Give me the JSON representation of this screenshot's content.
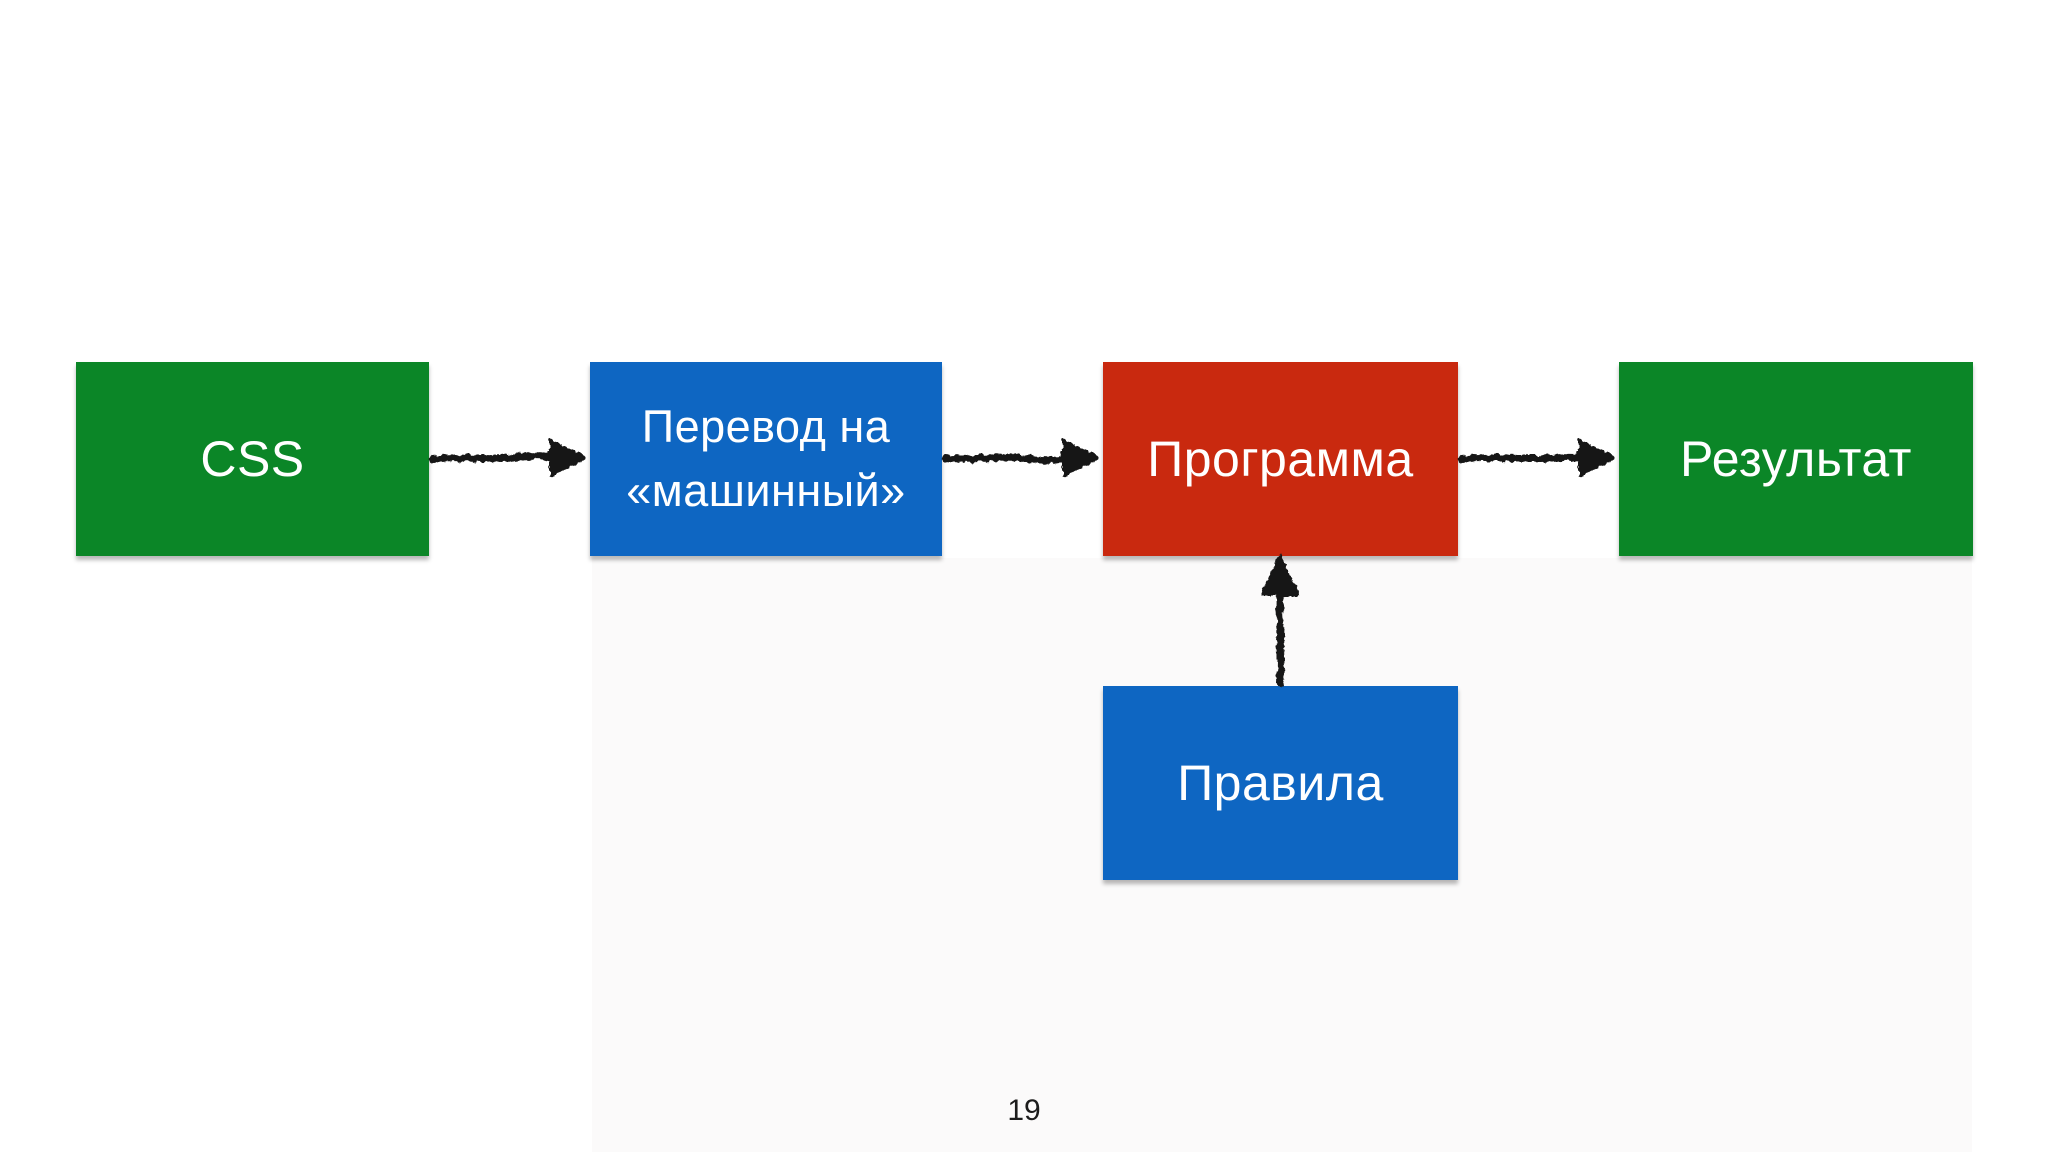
{
  "slide": {
    "background": "#ffffff",
    "page_number": "19",
    "ink_color": "#151515",
    "label_text_color": "#ffffff"
  },
  "palette": {
    "green": "#0b8627",
    "blue": "#0e66c2",
    "red": "#c9290f"
  },
  "diagram": {
    "type": "flowchart",
    "nodes": [
      {
        "id": "css",
        "label": "CSS",
        "color": "#0b8627"
      },
      {
        "id": "translate",
        "label": "Перевод на «машинный»",
        "color": "#0e66c2"
      },
      {
        "id": "program",
        "label": "Программа",
        "color": "#c9290f"
      },
      {
        "id": "result",
        "label": "Результат",
        "color": "#0b8627"
      },
      {
        "id": "rules",
        "label": "Правила",
        "color": "#0e66c2"
      }
    ],
    "edges": [
      {
        "from": "css",
        "to": "program_translate",
        "label": "",
        "direction": "right"
      },
      {
        "from": "translate",
        "to": "program",
        "label": "",
        "direction": "right"
      },
      {
        "from": "program",
        "to": "result",
        "label": "",
        "direction": "right"
      },
      {
        "from": "rules",
        "to": "program",
        "label": "",
        "direction": "up"
      }
    ]
  }
}
